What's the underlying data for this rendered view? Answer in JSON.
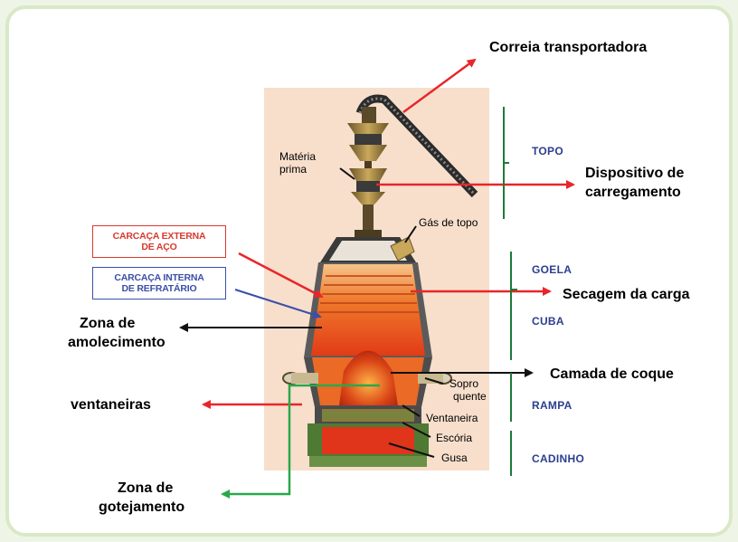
{
  "labels": {
    "conveyor": "Correia transportadora",
    "raw_material_1": "Matéria",
    "raw_material_2": "prima",
    "top_gas": "Gás de topo",
    "loading_device_1": "Dispositivo de",
    "loading_device_2": "carregamento",
    "drying": "Secagem da carga",
    "softening_1": "Zona de",
    "softening_2": "amolecimento",
    "coke_layer": "Camada de coque",
    "hot_blast_1": "Sopro",
    "hot_blast_2": "quente",
    "tuyere": "Ventaneira",
    "tuyeres": "ventaneiras",
    "slag": "Escória",
    "pig_iron": "Gusa",
    "dripping_1": "Zona de",
    "dripping_2": "gotejamento"
  },
  "boxes": {
    "outer_shell_1": "CARCAÇA EXTERNA",
    "outer_shell_2": "DE AÇO",
    "inner_shell_1": "CARCAÇA INTERNA",
    "inner_shell_2": "DE REFRATÁRIO"
  },
  "zones": {
    "top": "TOPO",
    "throat": "GOELA",
    "stack": "CUBA",
    "bosh": "RAMPA",
    "hearth": "CADINHO"
  },
  "colors": {
    "red_arrow": "#e8262a",
    "black_arrow": "#111111",
    "green_arrow": "#2aa84a",
    "blue_arrow": "#3b4fa8",
    "zone_bracket": "#1e7a3a",
    "zone_text": "#2c3e8f",
    "outer_box_border": "#d9392e",
    "inner_box_border": "#3b4fa8"
  }
}
